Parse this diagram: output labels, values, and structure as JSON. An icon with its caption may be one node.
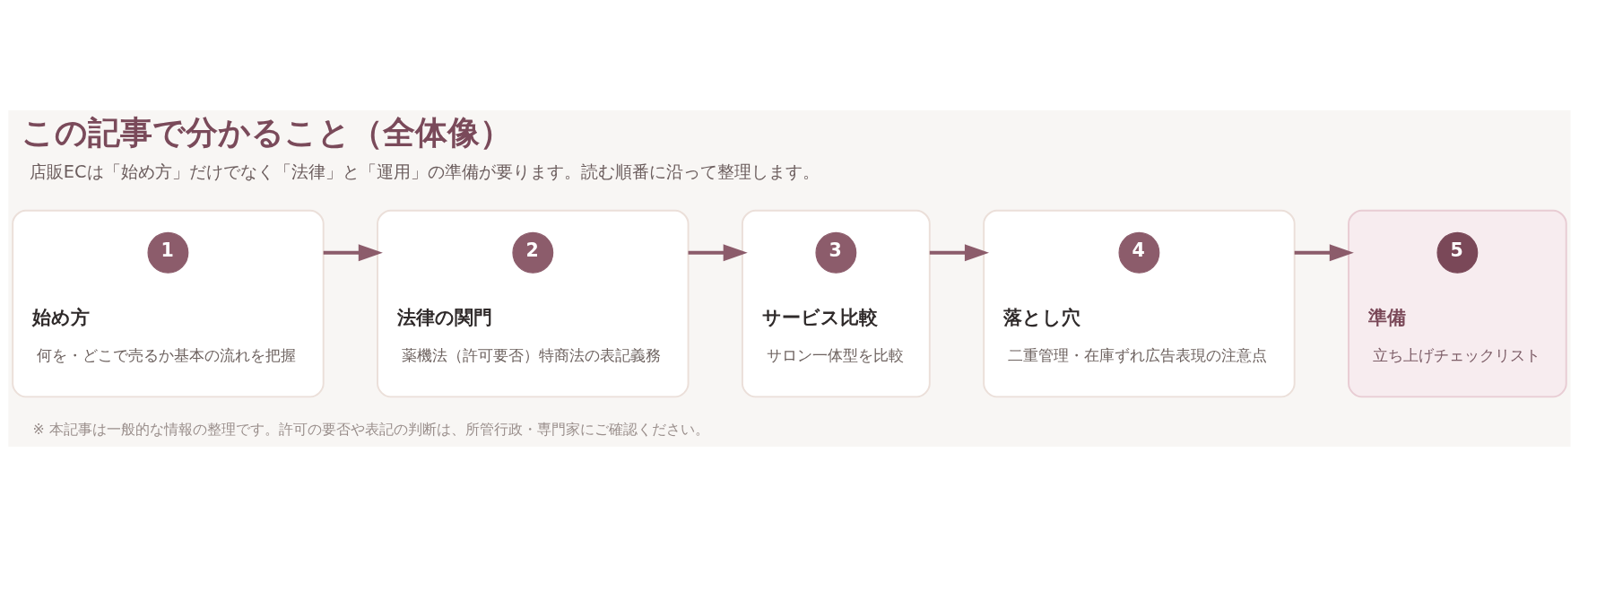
{
  "diagram": {
    "title": "この記事で分かること（全体像）",
    "nodes": [
      {
        "text": [
          "始め方",
          "何を・どこで売るか基本の流れを把握"
        ]
      },
      {
        "text": [
          "1"
        ],
        "in": 0
      },
      {
        "text": [
          "法律の関門",
          "薬機法（許可要否）特商法の表記義務"
        ]
      },
      {
        "text": [
          "2"
        ],
        "in": 2
      },
      {
        "text": [
          "サービス比較",
          "サロン一体型を比較"
        ]
      },
      {
        "text": [
          "3"
        ],
        "in": 4
      },
      {
        "text": [
          "落とし穴",
          "二重管理・在庫ずれ広告表現の注意点"
        ]
      },
      {
        "text": [
          "4"
        ],
        "in": 6
      },
      {
        "text": [
          "準備",
          "立ち上げチェックリスト"
        ]
      },
      {
        "text": [
          "5"
        ],
        "in": 8
      }
    ],
    "edges": [
      {
        "from": 0,
        "to": 2,
        "arrow": "to"
      },
      {
        "from": 2,
        "to": 4,
        "arrow": "to"
      },
      {
        "from": 4,
        "to": 6,
        "arrow": "to"
      },
      {
        "from": 6,
        "to": 8,
        "arrow": "to"
      }
    ],
    "labels": [
      "店販ECは「始め方」だけでなく「法律」と「運用」の準備が要ります。読む順番に沿って整理します。",
      "※ 本記事は一般的な情報の整理です。許可の要否や表記の判断は、所管行政・専門家にご確認ください。"
    ]
  }
}
